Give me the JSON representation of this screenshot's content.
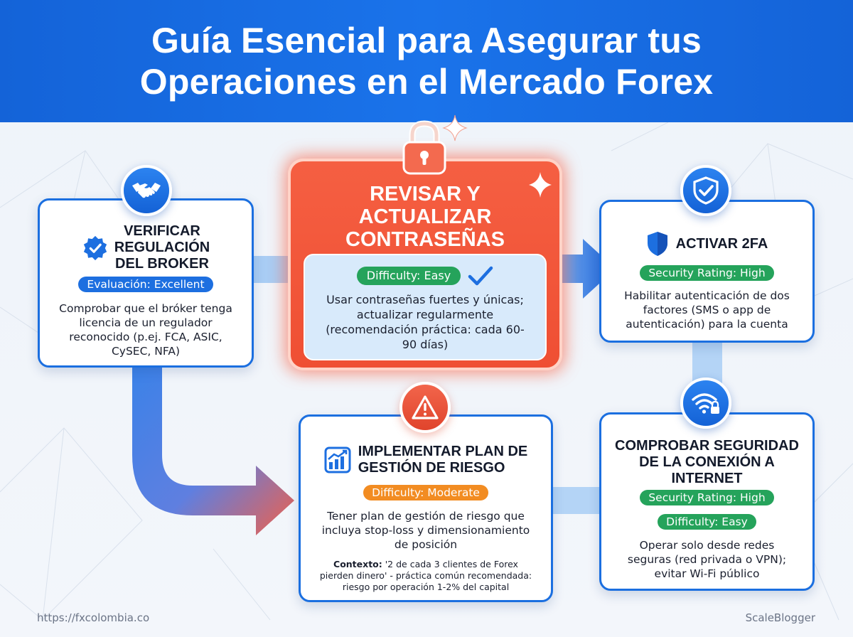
{
  "title": {
    "line1": "Guía Esencial para Asegurar tus",
    "line2": "Operaciones en el Mercado Forex"
  },
  "cards": {
    "broker": {
      "title_lines": [
        "VERIFICAR",
        "REGULACIÓN",
        "DEL BROKER"
      ],
      "badge": "Evaluación: Excellent",
      "description": "Comprobar que el bróker tenga licencia de un regulador reconocido (p.ej. FCA, ASIC, CySEC, NFA)",
      "icon": "handshake-icon",
      "title_icon": "verified-badge-icon"
    },
    "passwords": {
      "title_lines": [
        "REVISAR Y",
        "ACTUALIZAR",
        "CONTRASEÑAS"
      ],
      "badge": "Difficulty: Easy",
      "description": "Usar contraseñas fuertes y únicas; actualizar regularmente (recomendación práctica: cada 60-90 días)",
      "icon": "padlock-icon"
    },
    "twofa": {
      "title": "ACTIVAR 2FA",
      "badge": "Security Rating: High",
      "description": "Habilitar autenticación de dos factores (SMS o app de autenticación) para la cuenta",
      "icon": "shield-check-icon"
    },
    "risk": {
      "title_lines": [
        "IMPLEMENTAR PLAN DE",
        "GESTIÓN DE RIESGO"
      ],
      "badge": "Difficulty: Moderate",
      "description": "Tener plan de gestión de riesgo que incluya stop-loss y dimensionamiento de posición",
      "context_label": "Contexto:",
      "context_text": " '2 de cada 3 clientes de Forex pierden dinero' - práctica común recomendada: riesgo por operación 1-2% del capital",
      "icon": "warning-icon"
    },
    "connection": {
      "title_lines": [
        "COMPROBAR SEGURIDAD",
        "DE LA CONEXIÓN A",
        "INTERNET"
      ],
      "badge1": "Security Rating: High",
      "badge2": "Difficulty: Easy",
      "description": "Operar solo desde redes seguras (red privada o VPN); evitar Wi-Fi público",
      "icon": "wifi-lock-icon"
    }
  },
  "footer": {
    "url": "https://fxcolombia.co",
    "brand": "ScaleBlogger"
  },
  "colors": {
    "header_blue": "#1a73ea",
    "card_border_blue": "#1b6fe0",
    "accent_red": "#f2563b",
    "badge_green": "#25a35b",
    "badge_orange": "#f28c22"
  }
}
